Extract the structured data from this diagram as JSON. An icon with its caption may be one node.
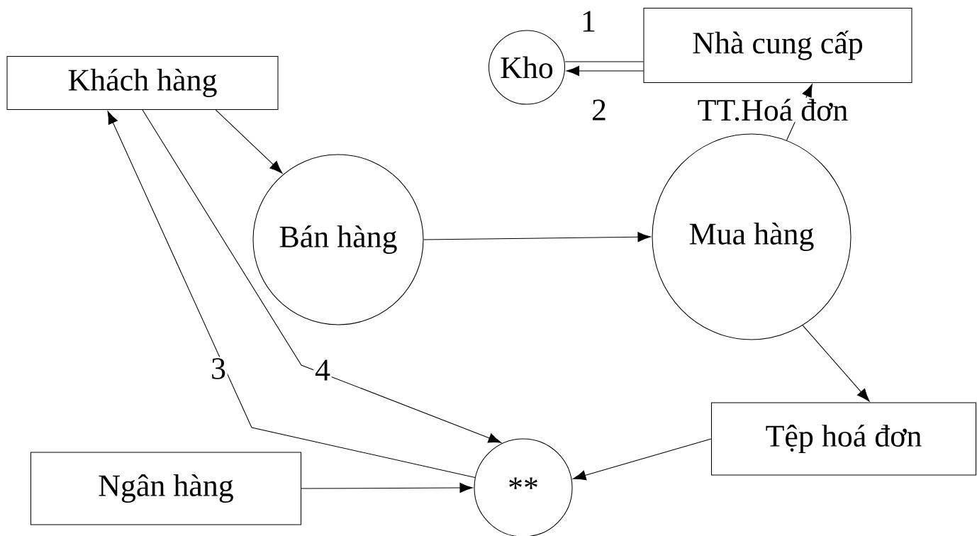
{
  "diagram": {
    "nodes": [
      {
        "text": [
          "Khách hàng"
        ]
      },
      {
        "text": [
          "Kho"
        ]
      },
      {
        "text": [
          "Nhà cung cấp"
        ]
      },
      {
        "text": [
          "Bán hàng"
        ]
      },
      {
        "text": [
          "Mua hàng"
        ]
      },
      {
        "text": [
          "Tệp hoá đơn"
        ]
      },
      {
        "text": [
          "Ngân hàng"
        ]
      },
      {
        "text": [
          "**"
        ]
      }
    ],
    "edges": [
      {
        "from": 2,
        "to": 1,
        "arrow": "none",
        "label": "1"
      },
      {
        "from": 2,
        "to": 1,
        "arrow": "to",
        "label": "2"
      },
      {
        "from": 4,
        "to": 2,
        "arrow": "to",
        "label": "TT.Hoá đơn"
      },
      {
        "from": 0,
        "to": 3,
        "arrow": "to"
      },
      {
        "from": 3,
        "to": 4,
        "arrow": "to"
      },
      {
        "from": 4,
        "to": 5,
        "arrow": "to"
      },
      {
        "from": 5,
        "to": 7,
        "arrow": "to"
      },
      {
        "from": 6,
        "to": 7,
        "arrow": "to"
      },
      {
        "from": 7,
        "to": 0,
        "arrow": "to",
        "label": "3"
      },
      {
        "from": 0,
        "to": 7,
        "arrow": "to",
        "label": "4"
      }
    ]
  }
}
